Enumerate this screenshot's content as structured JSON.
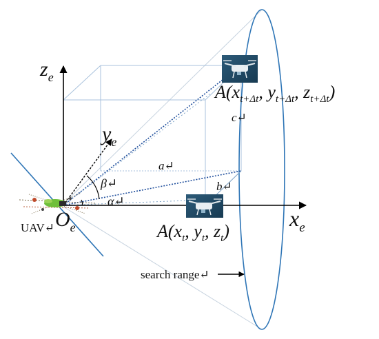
{
  "axes": {
    "x_label": "x",
    "x_sub": "e",
    "y_label": "y",
    "y_sub": "e",
    "z_label": "z",
    "z_sub": "e",
    "origin_label": "O",
    "origin_sub": "e"
  },
  "labels": {
    "uav": "UAV↵",
    "search_range": "search range↵",
    "a": "a↵",
    "b": "b↵",
    "c": "c↵",
    "alpha": "α↵",
    "beta": "β↵"
  },
  "points": {
    "A_t": {
      "prefix": "A(x",
      "s1": "t",
      "c1": ", y",
      "s2": "t",
      "c2": ", z",
      "s3": "t",
      "suffix": ")"
    },
    "A_t_dt": {
      "prefix": "A(x",
      "s1": "t+Δt",
      "c1": ", y",
      "s2": "t+Δt",
      "c2": ", z",
      "s3": "t+Δt",
      "suffix": ")"
    }
  },
  "colors": {
    "axis": "#000000",
    "box": "#a9c2dc",
    "cone": "#2e75b6",
    "line_of_sight": "#1f4e9c",
    "guide": "#7fa4c8"
  },
  "icons": [
    "drone-icon-near",
    "drone-icon-far",
    "uav-icon"
  ]
}
